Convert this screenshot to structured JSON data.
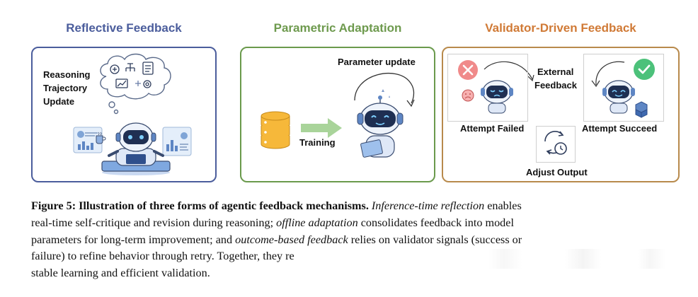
{
  "panels": [
    {
      "title": "Reflective Feedback",
      "labels": [
        "Reasoning",
        "Trajectory",
        "Update"
      ],
      "colors": {
        "title": "#4b5d9c",
        "border": "#4b5d9c"
      }
    },
    {
      "title": "Parametric Adaptation",
      "labels": {
        "top": "Parameter update",
        "arrow": "Training"
      },
      "colors": {
        "title": "#6e9a4e",
        "border": "#6a9a4c"
      }
    },
    {
      "title": "Validator-Driven Feedback",
      "labels": {
        "external_1": "External",
        "external_2": "Feedback",
        "failed": "Attempt Failed",
        "succeed": "Attempt Succeed",
        "adjust": "Adjust Output"
      },
      "colors": {
        "title": "#d07a36",
        "border": "#b88a4c"
      }
    }
  ],
  "icons": [
    "thought-bubble-icon",
    "robot-icon",
    "database-icon",
    "arrow-right-icon",
    "cross-icon",
    "check-icon",
    "refresh-clock-icon",
    "boxes-icon",
    "sad-face-icon",
    "coffee-icon"
  ],
  "caption": {
    "line1": {
      "bold": "Figure 5: Illustration of three forms of agentic feedback mechanisms.",
      "italic": "Inference-time reflection",
      "rest": " enables"
    },
    "line2": {
      "pre": "real-time self-critique and revision during reasoning; ",
      "italic": "offline adaptation",
      "rest": " consolidates feedback into model"
    },
    "line3": {
      "pre": "parameters for long-term improvement; and ",
      "italic": "outcome-based feedback",
      "rest": " relies on validator signals (success or"
    },
    "line4": "failure) to refine behavior through retry. Together, they re",
    "line5": "stable learning and efficient validation."
  }
}
